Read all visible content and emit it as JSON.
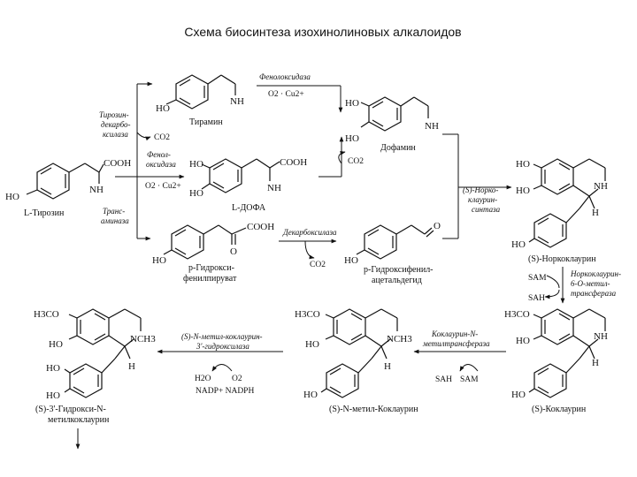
{
  "title": "Схема биосинтеза изохинолиновых алкалоидов",
  "compounds": {
    "tyrosine": "L-Тирозин",
    "tyramine": "Тирамин",
    "dopamine": "Дофамин",
    "dopa": "L-ДОФА",
    "hppyr_1": "p-Гидрокси-",
    "hppyr_2": "фенилпируват",
    "hpaa_1": "p-Гидроксифенил-",
    "hpaa_2": "ацетальдегид",
    "norcoclaurine": "(S)-Норкоклаурин",
    "coclaurine": "(S)-Коклаурин",
    "nmc": "(S)-N-метил-Коклаурин",
    "hnmc_1": "(S)-3'-Гидрокси-N-",
    "hnmc_2": "метилкоклаурин"
  },
  "groups": {
    "ho": "HO",
    "nh2": "NH",
    "cooh": "COOH",
    "h3co": "H3CO",
    "nch3": "NCH3",
    "nh": "NH",
    "h": "H",
    "o": "O"
  },
  "enzymes": {
    "tdc_1": "Тирозин-",
    "tdc_2": "декарбо-",
    "tdc_3": "ксилаза",
    "phenolox_1": "Фенол-",
    "phenolox_2": "оксидаза",
    "phenolox_top": "Фенолоксидаза",
    "transam_1": "Транс-",
    "transam_2": "аминаза",
    "decarb": "Декарбоксилаза",
    "ncs_1": "(S)-Норко-",
    "ncs_2": "клаурин-",
    "ncs_3": "синтаза",
    "omt_1": "Норкоклаурин-",
    "omt_2": "6-O-метил-",
    "omt_3": "трансфераза",
    "nmt_1": "Коклаурин-N-",
    "nmt_2": "метилтрансфераза",
    "hyd_1": "(S)-N-метил-коклаурин-",
    "hyd_2": "3'-гидроксилаза"
  },
  "cofactors": {
    "co2": "CO2",
    "o2cu": "O2 · Cu2+",
    "sam": "SAM",
    "sah": "SAH",
    "h2o": "H2O",
    "o2": "O2",
    "nadp": "NADP+ NADPH"
  }
}
